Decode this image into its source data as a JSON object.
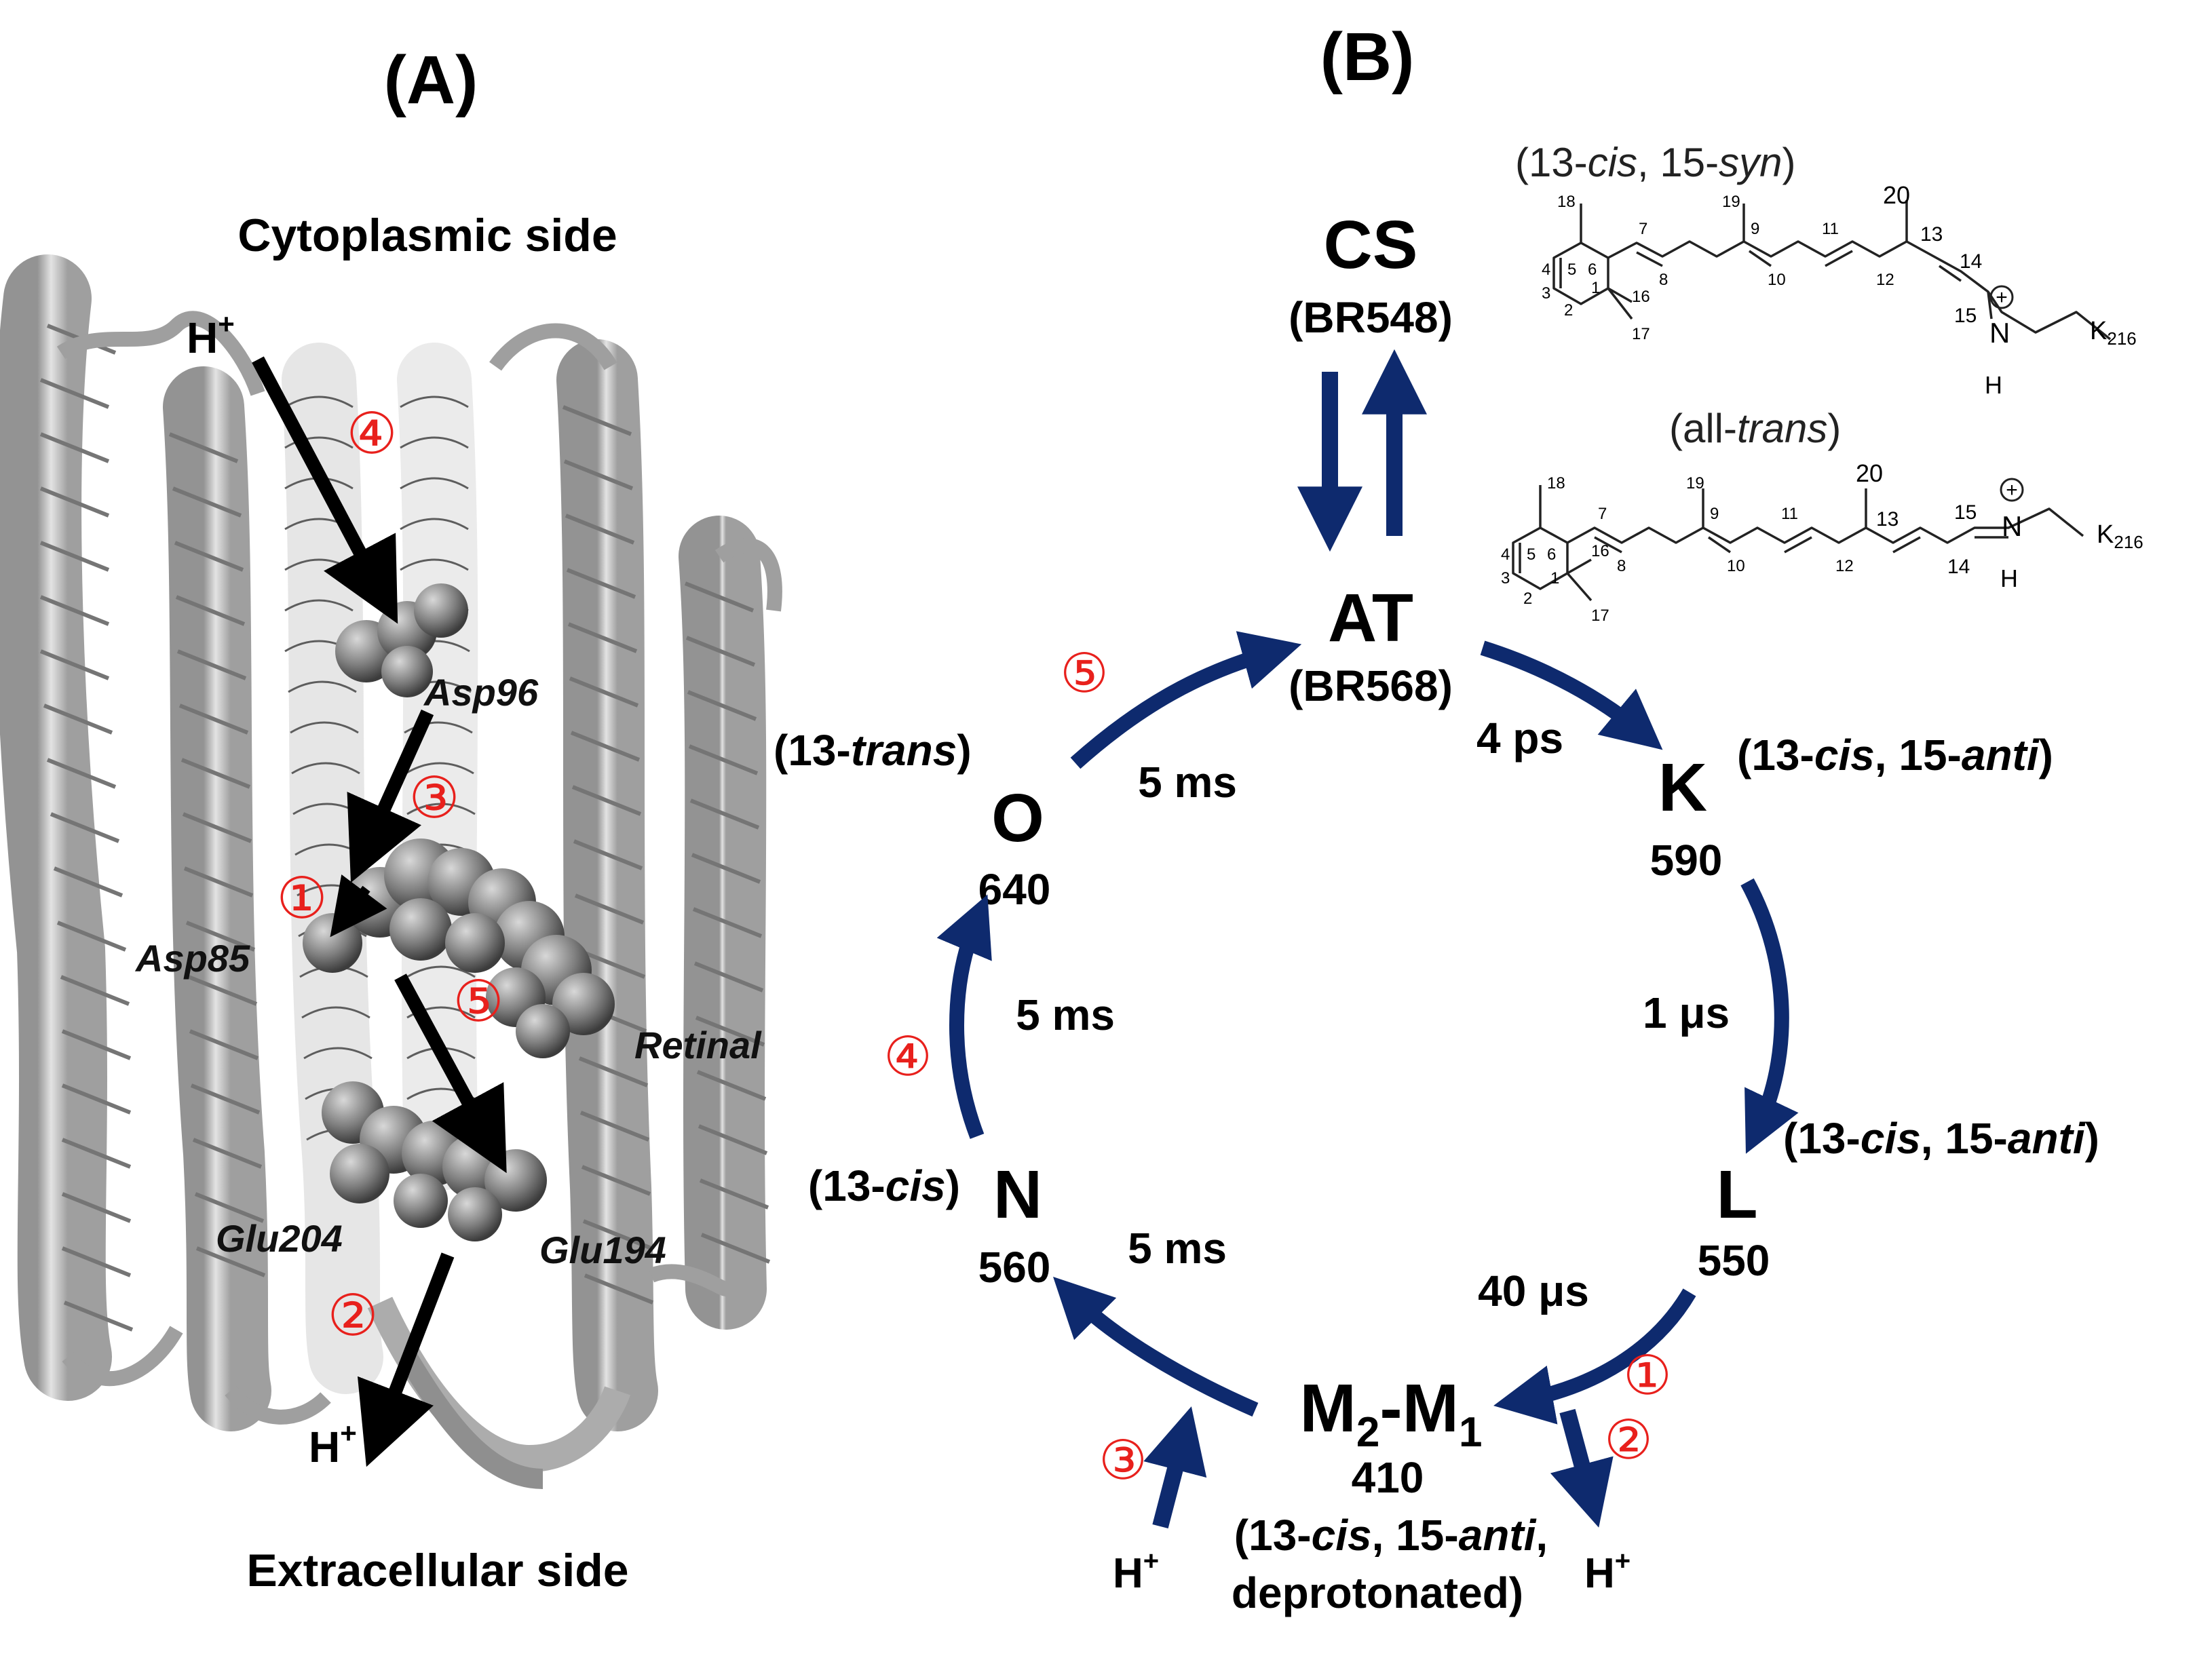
{
  "panel_a": {
    "title": "(A)",
    "top_label": "Cytoplasmic side",
    "bottom_label": "Extracellular side",
    "proton_top": {
      "H": "H",
      "sup": "+"
    },
    "proton_bottom": {
      "H": "H",
      "sup": "+"
    },
    "residues": [
      "Asp96",
      "Asp85",
      "Retinal",
      "Glu204",
      "Glu194"
    ],
    "steps": [
      "①",
      "②",
      "③",
      "④",
      "⑤"
    ]
  },
  "panel_b": {
    "title": "(B)",
    "states": {
      "cs": {
        "name": "CS",
        "sub": "(BR548)"
      },
      "at": {
        "name": "AT",
        "sub": "(BR568)"
      },
      "k": {
        "name": "K",
        "wl": "590"
      },
      "l": {
        "name": "L",
        "wl": "550"
      },
      "m": {
        "m2": "M",
        "sub2": "2",
        "dash": "-M",
        "sub1": "1",
        "wl": "410"
      },
      "n": {
        "name": "N",
        "wl": "560"
      },
      "o": {
        "name": "O",
        "wl": "640"
      }
    },
    "conformations": {
      "k": {
        "p1": "(13-",
        "i1": "cis",
        "p2": ", 15-",
        "i2": "anti",
        "p3": ")"
      },
      "l": {
        "p1": "(13-",
        "i1": "cis",
        "p2": ", 15-",
        "i2": "anti",
        "p3": ")"
      },
      "m_line1": {
        "p1": "(13-",
        "i1": "cis",
        "p2": ", 15-",
        "i2": "anti",
        "p3": ","
      },
      "m_line2": "deprotonated)",
      "n": {
        "p1": "(13-",
        "i1": "cis",
        "p3": ")"
      },
      "o": {
        "p1": "(13-",
        "i1": "trans",
        "p3": ")"
      }
    },
    "times": {
      "at_k": "4 ps",
      "k_l": "1 μs",
      "l_m": "40 μs",
      "m_n": "5 ms",
      "n_o": "5 ms",
      "o_at": "5 ms"
    },
    "protons": {
      "release": {
        "H": "H",
        "sup": "+"
      },
      "uptake": {
        "H": "H",
        "sup": "+"
      }
    },
    "steps": {
      "one": "①",
      "two": "②",
      "three": "③",
      "four": "④",
      "five": "⑤"
    },
    "structures": {
      "top": {
        "t1": "(13-",
        "i1": "cis",
        "t2": ", 15-",
        "i2": "syn",
        "t3": ")",
        "atoms": [
          "18",
          "7",
          "19",
          "9",
          "11",
          "20",
          "13",
          "14",
          "5",
          "6",
          "1",
          "16",
          "8",
          "10",
          "12",
          "15",
          "4",
          "3",
          "2",
          "17"
        ],
        "n_label": "N",
        "h_label": "H",
        "charge": "+",
        "lys": "K",
        "lys_sub": "216"
      },
      "bottom": {
        "t1": "(all-",
        "i1": "trans",
        "t3": ")",
        "atoms": [
          "18",
          "19",
          "20",
          "7",
          "9",
          "11",
          "13",
          "15",
          "5",
          "6",
          "16",
          "1",
          "8",
          "10",
          "12",
          "14",
          "4",
          "3",
          "2",
          "17"
        ],
        "n_label": "N",
        "h_label": "H",
        "charge": "+",
        "lys": "K",
        "lys_sub": "216"
      }
    },
    "colors": {
      "arrow": "#0e2a6e",
      "step": "#e8201c"
    }
  }
}
